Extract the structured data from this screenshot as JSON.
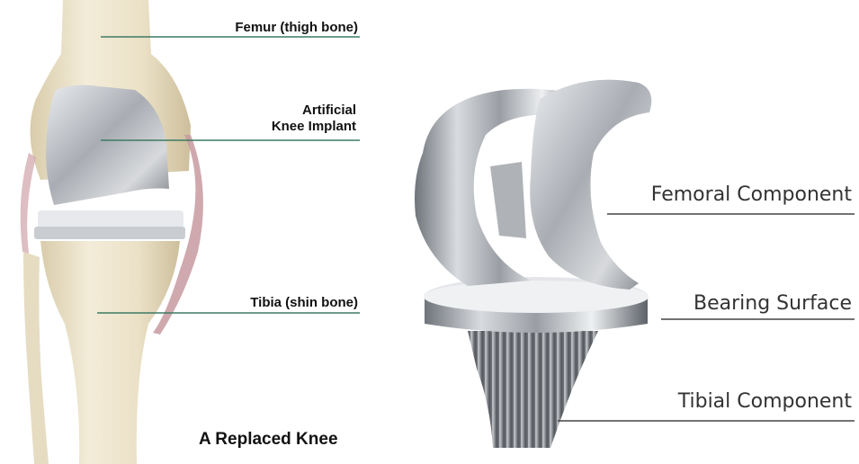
{
  "left_figure": {
    "labels": {
      "femur": "Femur (thigh bone)",
      "implant_line1": "Artificial",
      "implant_line2": "Knee Implant",
      "tibia": "Tibia (shin bone)"
    },
    "caption": "A Replaced Knee"
  },
  "right_figure": {
    "labels": {
      "femoral": "Femoral Component",
      "bearing": "Bearing Surface",
      "tibial": "Tibial Component"
    }
  },
  "colors": {
    "leader_line_left": "#3d7a63",
    "leader_line_right": "#444444",
    "bone": "#ece3cc",
    "metal": "#b9bcc0"
  }
}
